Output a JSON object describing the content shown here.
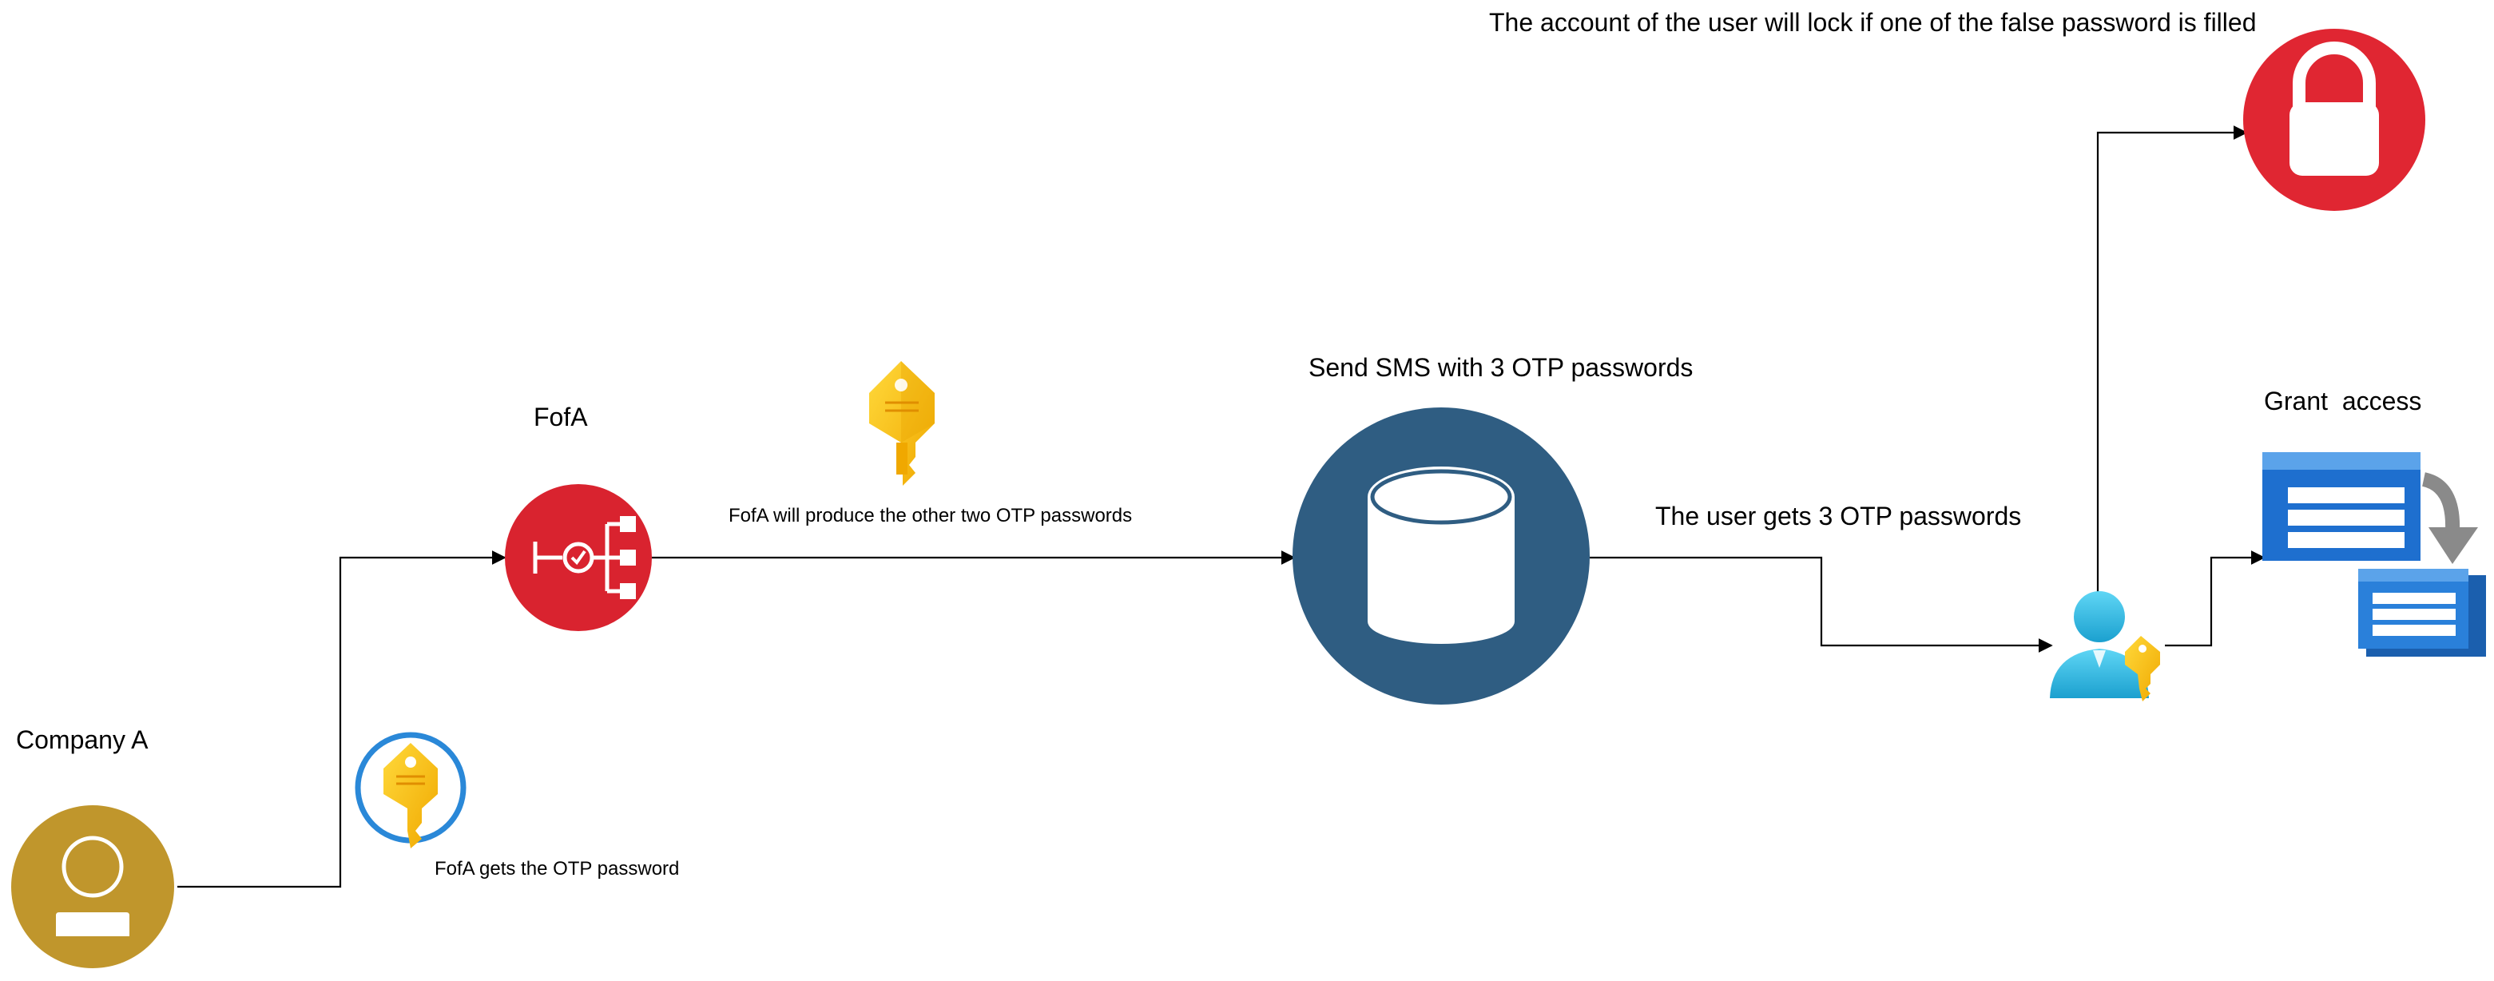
{
  "labels": {
    "company": "Company A",
    "fofa": "FofA",
    "fofa_gets": "FofA gets the OTP password",
    "fofa_produce": "FofA will produce the other two OTP passwords",
    "send_sms": "Send SMS with 3 OTP passwords",
    "user_gets": "The user gets 3 OTP passwords",
    "lock_note": "The account of the user will lock if one of the false password is filled",
    "grant": "Grant  access"
  },
  "icons": {
    "company": "user-icon",
    "fofa": "network-security-icon",
    "key_top": "key-icon",
    "key_bottom": "key-circle-icon",
    "sms_store": "database-cylinder-icon",
    "user_key": "user-key-icon",
    "lock": "lock-icon",
    "grant": "copy-forms-icon"
  },
  "colors": {
    "company_gold": "#C0962C",
    "fofa_red": "#D9232F",
    "database_navy": "#2F5D82",
    "lock_red": "#E02632",
    "key_yellow": "#F5C518",
    "key_ring": "#2A88D8",
    "user_cyan": "#3CC2E6",
    "form_blue": "#1E6FCF",
    "arrow_gray": "#8A8A8A",
    "line": "#000000"
  }
}
